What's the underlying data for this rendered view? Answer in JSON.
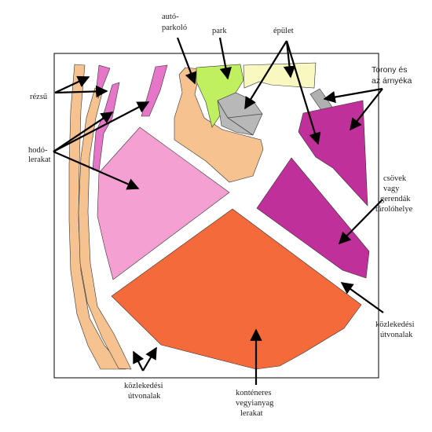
{
  "colors": {
    "frame": "#000000",
    "copper": "#f6c290",
    "pink": "#f5a0d2",
    "magenta_strip": "#e676c8",
    "parking": "#f6c290",
    "park": "#c0f060",
    "building_light": "#f8f8c0",
    "building_gray": "#b8b8b8",
    "tower": "#b0b0b0",
    "tower_dot": "#f8f0a0",
    "tube_storage": "#c0309a",
    "containers": "#f56a3a"
  },
  "labels": {
    "rezsu": "rézsű",
    "hodo_lerakat": [
      "hodó-",
      "lerakat"
    ],
    "auto_parkolo": [
      "autó-",
      "parkoló"
    ],
    "park": "park",
    "epulet": "épület",
    "torony": [
      "Torony és",
      "az árnyéka"
    ],
    "csovek": [
      "csövek",
      "vagy",
      "gerendák",
      "tárolóhelye"
    ],
    "kozlekedesi_right": [
      "közlekedési",
      "útvonalak"
    ],
    "kozlekedesi_bottom": [
      "közlekedési",
      "útvonalak"
    ],
    "kontener": [
      "konténeres",
      "vegyianyag",
      "lerakat"
    ]
  },
  "icons": {
    "arrow": "arrow-icon"
  }
}
